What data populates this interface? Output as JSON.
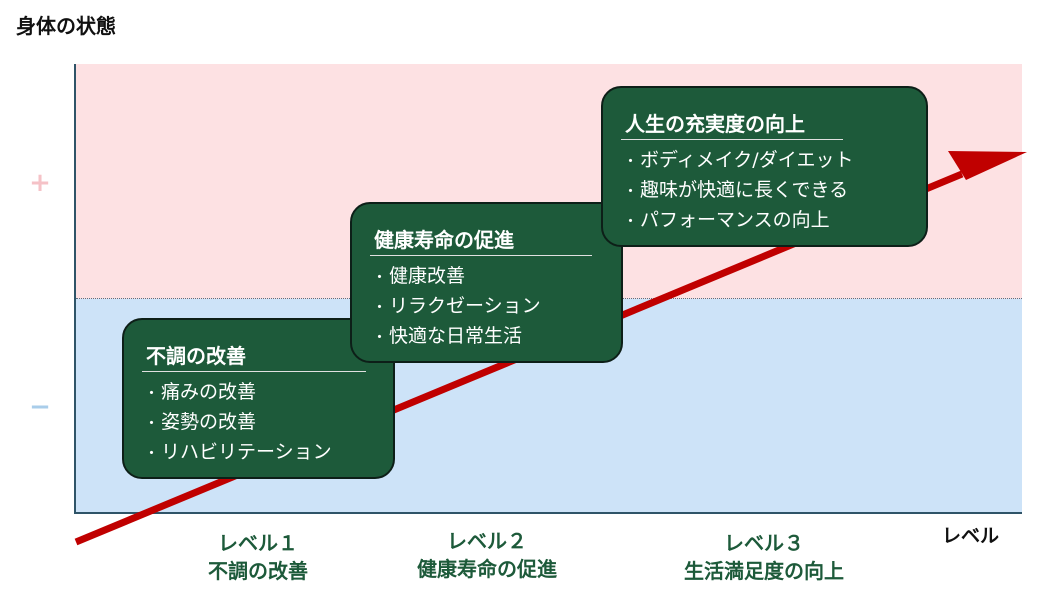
{
  "chart_title": "身体の状態",
  "y_axis": {
    "positive_sign": "+",
    "negative_sign": "−"
  },
  "x_axis_label": "レベル",
  "colors": {
    "positive_zone": "#fde1e3",
    "negative_zone": "#cde3f8",
    "box_fill": "#1d5a3a",
    "arrow": "#c00000",
    "level_text": "#1d5a3a"
  },
  "boxes": [
    {
      "title": "不調の改善",
      "items": [
        "痛みの改善",
        "姿勢の改善",
        "リハビリテーション"
      ]
    },
    {
      "title": "健康寿命の促進",
      "items": [
        "健康改善",
        "リラクゼーション",
        "快適な日常生活"
      ]
    },
    {
      "title": "人生の充実度の向上",
      "items": [
        "ボディメイク/ダイエット",
        "趣味が快適に長くできる",
        "パフォーマンスの向上"
      ]
    }
  ],
  "levels": [
    {
      "level": "レベル１",
      "name": "不調の改善"
    },
    {
      "level": "レベル２",
      "name": "健康寿命の促進"
    },
    {
      "level": "レベル３",
      "name": "生活満足度の向上"
    }
  ]
}
